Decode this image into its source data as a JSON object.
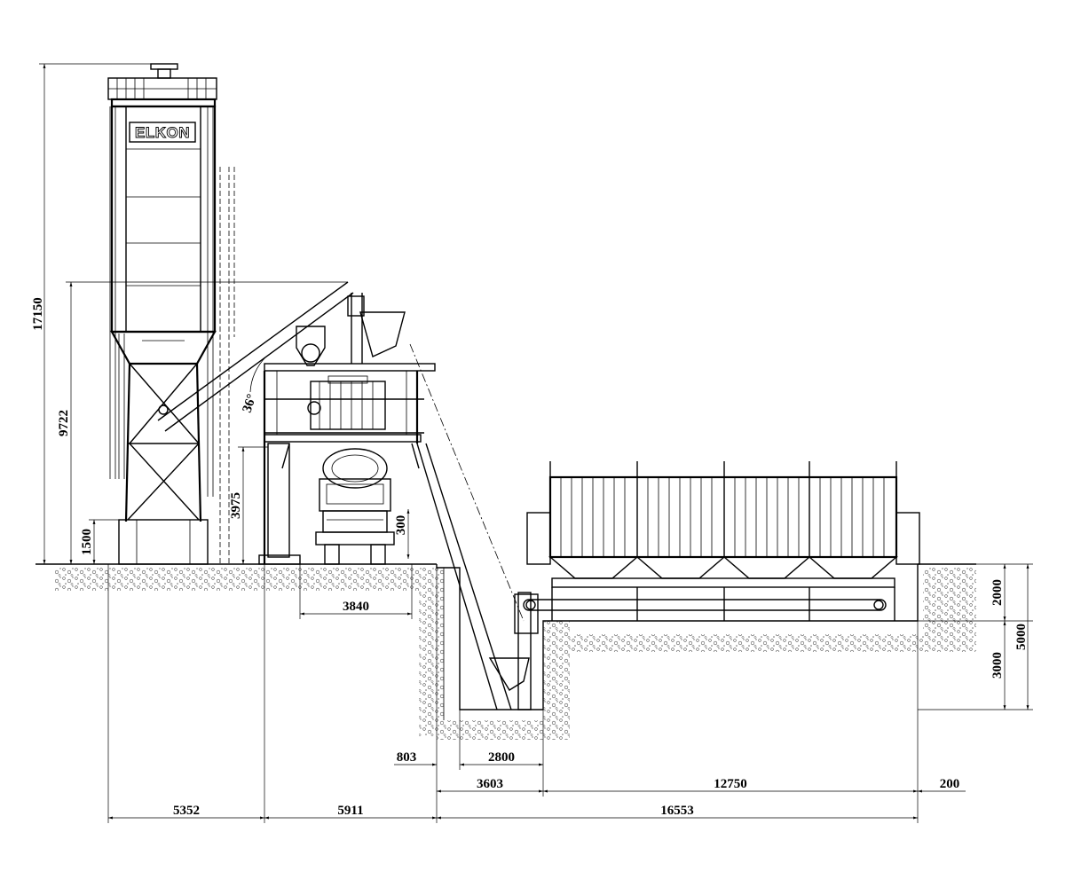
{
  "brand": "ELKON",
  "angle": "36°",
  "vertical_dims": {
    "total_height": "17150",
    "discharge_height": "9722",
    "silo_leg": "1500",
    "truck_clearance": "3975",
    "gap": "300",
    "hopper_top": "2000",
    "hopper_pit": "3000",
    "total_depth": "5000"
  },
  "horizontal_dims": {
    "truck_width": "3840",
    "pit_offset": "803",
    "pit_width": "2800",
    "pit_total": "3603",
    "bins_length": "12750",
    "bins_end": "200",
    "silo_span": "5352",
    "mixer_span": "5911",
    "aggregate_span": "16553"
  }
}
